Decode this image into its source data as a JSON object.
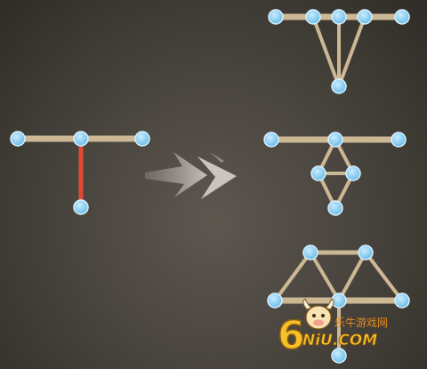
{
  "colors": {
    "beam": "#cdb895",
    "beam_outline": "#a9957a",
    "node_fill": "#8ed0f2",
    "node_stroke": "#d8f1ff",
    "highlight_beam": "#e04a35",
    "arrow": "#bdb9b1"
  },
  "icons": {
    "transform_arrow": "double-chevron-arrow-icon"
  },
  "watermark": {
    "digit": "6",
    "brand_latin": "NiU.COM",
    "brand_cn": "乐牛游戏网",
    "mascot": "bull-mascot-icon"
  }
}
